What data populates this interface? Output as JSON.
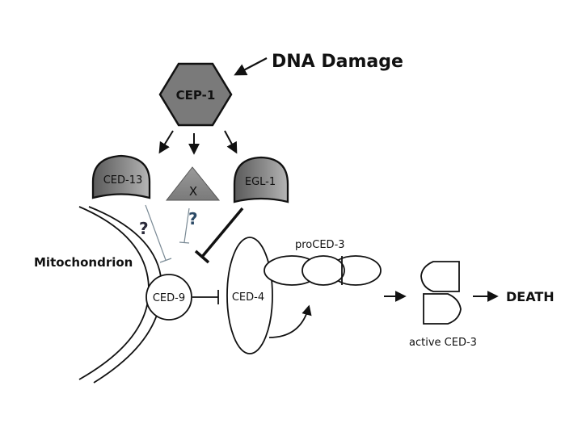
{
  "diagram": {
    "dna_damage": "DNA Damage",
    "cep1": "CEP-1",
    "ced13": "CED-13",
    "x": "X",
    "egl1": "EGL-1",
    "question_left": "?",
    "question_right": "?",
    "mitochondrion": "Mitochondrion",
    "ced9": "CED-9",
    "ced4": "CED-4",
    "proced3": "proCED-3",
    "active_ced3": "active CED-3",
    "death": "DEATH"
  },
  "colors": {
    "node_fill": "#7a7a7a",
    "stroke": "#111111",
    "question_dark": "#2a2a3a",
    "question_blue": "#2c4a66",
    "faint_line": "#7a8a95"
  }
}
